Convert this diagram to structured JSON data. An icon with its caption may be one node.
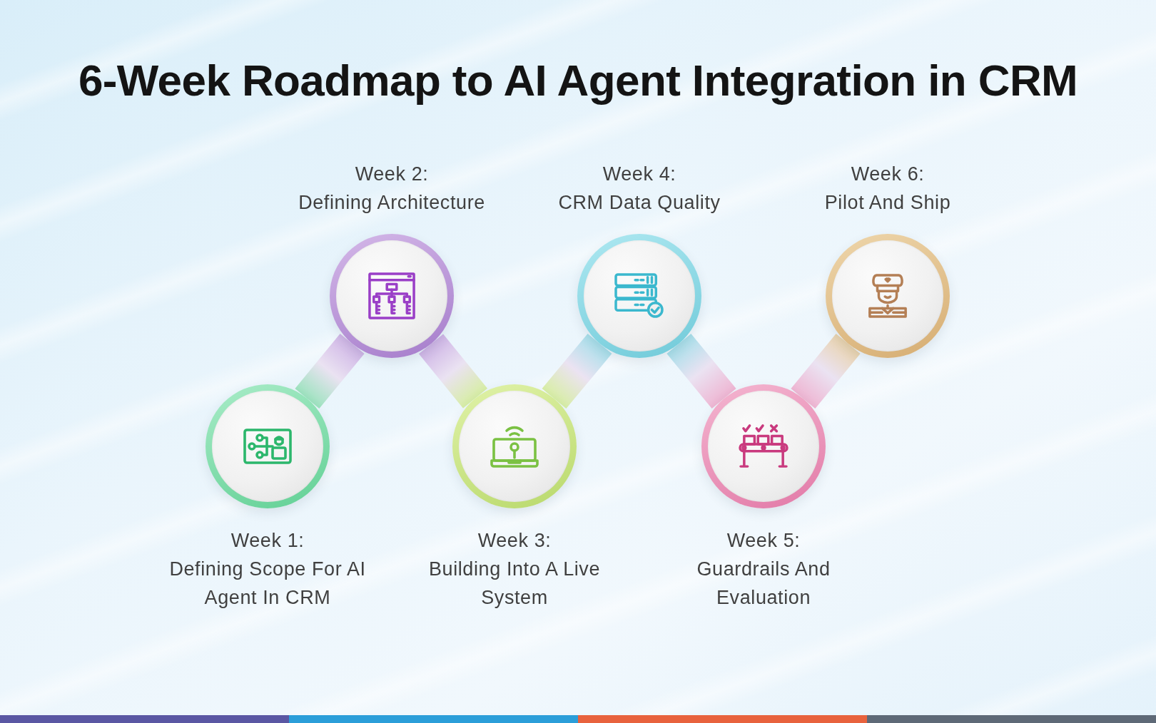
{
  "diagram": {
    "title": "6-Week Roadmap to AI Agent Integration in CRM",
    "nodes": [
      {
        "text": [],
        "shape": "circle",
        "beside": [
          "Week 1:",
          "Defining Scope For AI Agent In CRM"
        ]
      },
      {
        "text": [],
        "shape": "circle",
        "beside": [
          "Week 2:",
          "Defining Architecture"
        ]
      },
      {
        "text": [],
        "shape": "circle",
        "beside": [
          "Week 3:",
          "Building Into A Live System"
        ]
      },
      {
        "text": [],
        "shape": "circle",
        "beside": [
          "Week 4:",
          "CRM Data Quality"
        ]
      },
      {
        "text": [],
        "shape": "circle",
        "beside": [
          "Week 5:",
          "Guardrails And Evaluation"
        ]
      },
      {
        "text": [],
        "shape": "circle",
        "beside": [
          "Week 6:",
          "Pilot And Ship"
        ]
      }
    ],
    "edges": [
      {
        "from": 0,
        "to": 1,
        "arrow": "none"
      },
      {
        "from": 1,
        "to": 2,
        "arrow": "none"
      },
      {
        "from": 2,
        "to": 3,
        "arrow": "none"
      },
      {
        "from": 3,
        "to": 4,
        "arrow": "none"
      },
      {
        "from": 4,
        "to": 5,
        "arrow": "none"
      }
    ]
  }
}
